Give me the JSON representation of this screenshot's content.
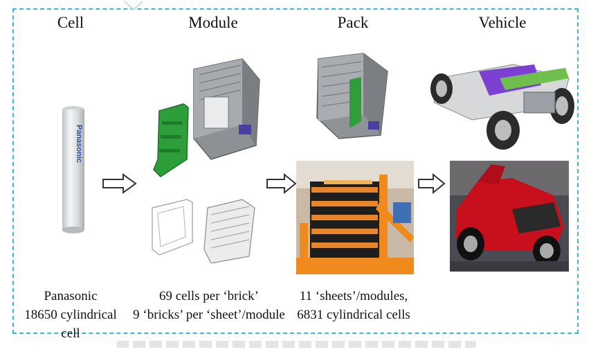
{
  "columns": {
    "cell": {
      "title": "Cell",
      "caption_line1": "Panasonic",
      "caption_line2": "18650 cylindrical cell",
      "brand_on_cell": "Panasonic"
    },
    "module": {
      "title": "Module",
      "caption_line1": "69 cells per ‘brick’",
      "caption_line2": "9 ‘bricks’ per ‘sheet’/module"
    },
    "pack": {
      "title": "Pack",
      "caption_line1": "11 ‘sheets’/modules,",
      "caption_line2": "6831 cylindrical cells"
    },
    "vehicle": {
      "title": "Vehicle"
    }
  },
  "colors": {
    "frame": "#39b7d8",
    "green_part": "#2e9e3a",
    "pack_orange": "#e8852a",
    "car_red": "#c8101c",
    "purple_battery": "#7b3fd1"
  },
  "icons": [
    "right-arrow-icon",
    "cell-image",
    "module-image",
    "pack-image",
    "vehicle-image"
  ]
}
